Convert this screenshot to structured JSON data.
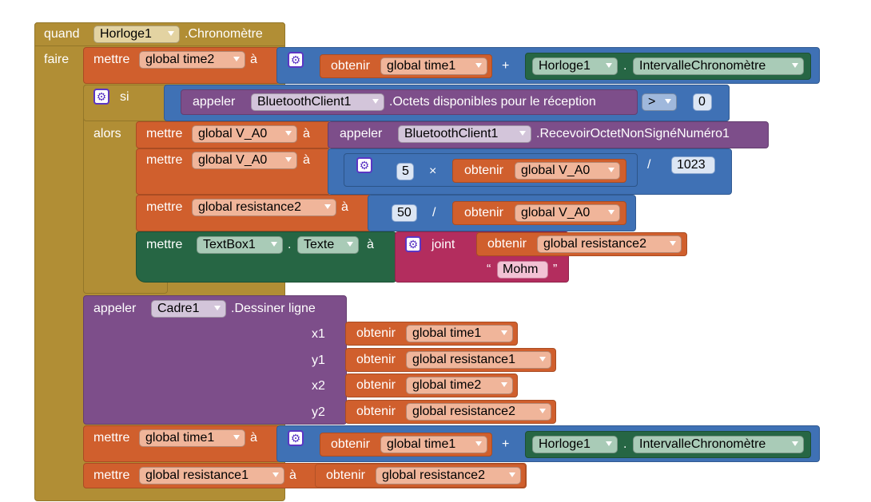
{
  "event": {
    "quand": "quand",
    "component": "Horloge1",
    "event_name": ".Chronomètre",
    "faire": "faire"
  },
  "kw": {
    "mettre": "mettre",
    "a": "à",
    "obtenir": "obtenir",
    "appeler": "appeler",
    "plus": "+",
    "dot": ".",
    "si": "si",
    "alors": "alors",
    "times": "×",
    "div": "/",
    "joint": "joint",
    "quote_open": "“",
    "quote_close": "”"
  },
  "vars": {
    "time1": "global time1",
    "time2": "global time2",
    "va0": "global V_A0",
    "res1": "global resistance1",
    "res2": "global resistance2"
  },
  "comp": {
    "clock": "Horloge1",
    "clock_prop": "IntervalleChronomètre",
    "bt": "BluetoothClient1",
    "bt_bytes": ".Octets disponibles pour le réception",
    "bt_recv": ".RecevoirOctetNonSignéNuméro1",
    "textbox": "TextBox1",
    "text_prop": "Texte",
    "canvas": "Cadre1",
    "draw_line": ".Dessiner ligne"
  },
  "ops": {
    "gt": ">"
  },
  "nums": {
    "zero": "0",
    "five": "5",
    "n1023": "1023",
    "fifty": "50"
  },
  "strings": {
    "mohm": "Mohm"
  },
  "args": {
    "x1": "x1",
    "y1": "y1",
    "x2": "x2",
    "y2": "y2"
  }
}
